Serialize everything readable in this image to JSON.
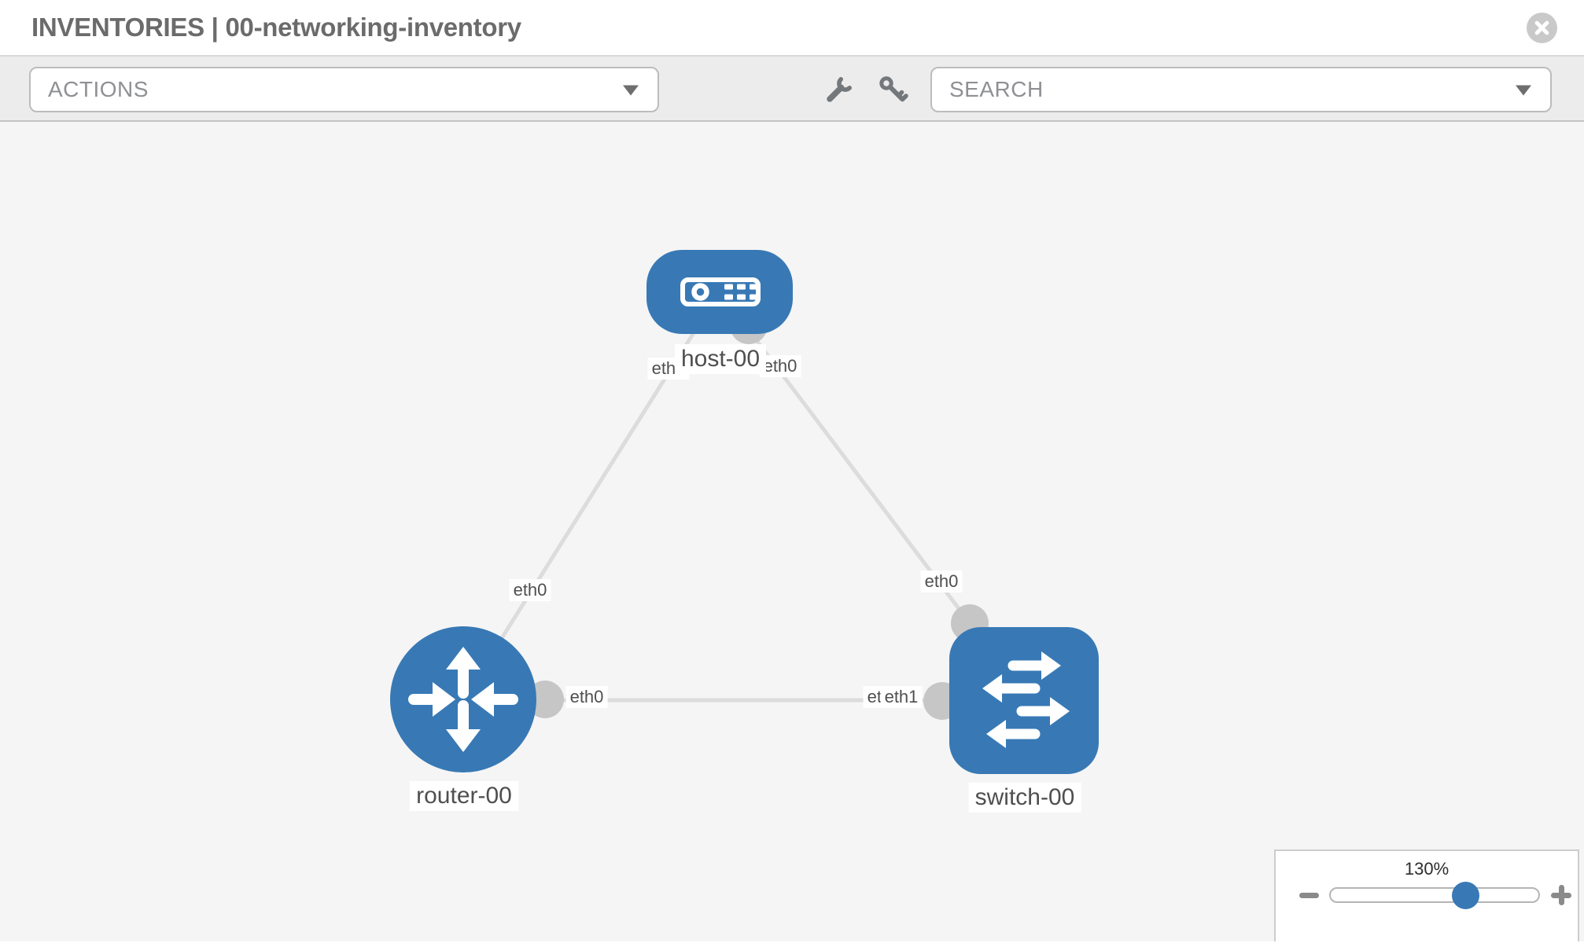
{
  "header": {
    "title": "INVENTORIES | 00-networking-inventory"
  },
  "toolbar": {
    "actions_label": "ACTIONS",
    "search_label": "SEARCH",
    "icons": [
      "wrench-icon",
      "key-icon",
      "chevron-down-icon"
    ]
  },
  "diagram": {
    "nodes": [
      {
        "name": "host-00",
        "type": "host"
      },
      {
        "name": "router-00",
        "type": "router"
      },
      {
        "name": "switch-00",
        "type": "switch"
      }
    ],
    "links": [
      {
        "source": "host-00",
        "source_interface": "eth0",
        "target": "router-00",
        "target_interface": "eth0"
      },
      {
        "source": "host-00",
        "source_interface": "eth0",
        "target": "switch-00",
        "target_interface": "eth0"
      },
      {
        "source": "router-00",
        "source_interface": "eth0",
        "target": "switch-00",
        "target_interface": "eth1",
        "overlapped_interface_label": "eth0"
      }
    ]
  },
  "zoom_control": {
    "level": "130%",
    "icons": [
      "zoom-out-icon",
      "zoom-in-icon"
    ]
  },
  "colors": {
    "node_fill": "#3879b5",
    "link_stroke": "#dcdcdc",
    "connector_fill": "#c6c6c6",
    "slider_thumb": "#3879b5"
  }
}
